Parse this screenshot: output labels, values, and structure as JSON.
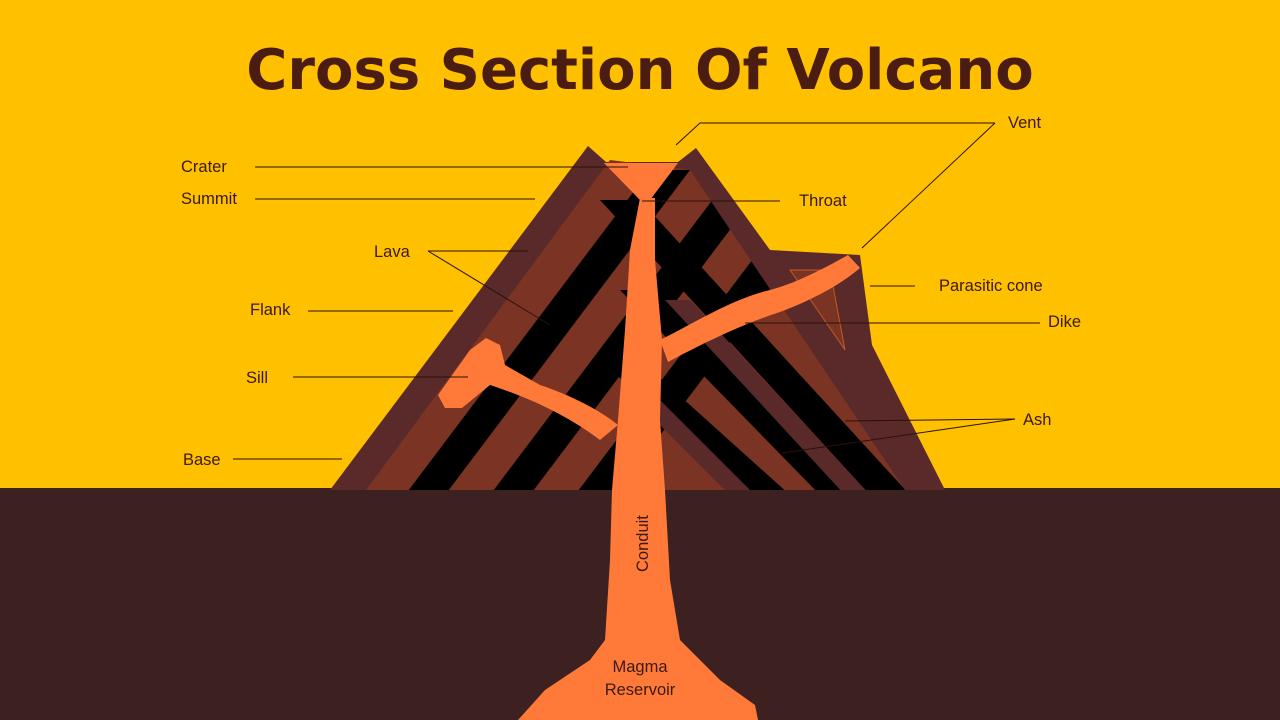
{
  "title": "Cross Section Of Volcano",
  "colors": {
    "sky": "#FFC000",
    "ground": "#3D2020",
    "outer_cone": "#5A2A2A",
    "lava_stripe": "#7B3424",
    "ash_stripe": "#000000",
    "magma": "#FF7A38",
    "title_text": "#4A1C12"
  },
  "labels": {
    "crater": "Crater",
    "summit": "Summit",
    "lava": "Lava",
    "flank": "Flank",
    "sill": "Sill",
    "base": "Base",
    "vent": "Vent",
    "throat": "Throat",
    "parasitic_cone": "Parasitic cone",
    "dike": "Dike",
    "ash": "Ash",
    "conduit": "Conduit",
    "magma_reservoir_line1": "Magma",
    "magma_reservoir_line2": "Reservoir"
  }
}
